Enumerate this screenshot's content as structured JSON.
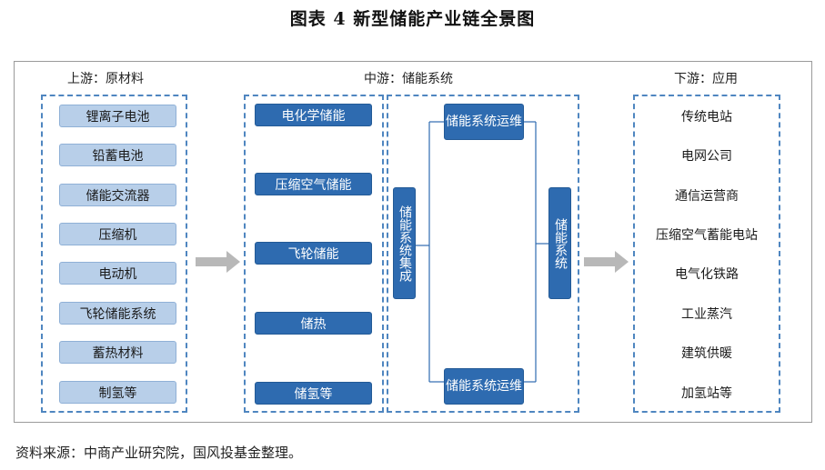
{
  "title": "图表 4  新型储能产业链全景图",
  "columns": {
    "upstream": {
      "header": "上游：原材料",
      "items": [
        "锂离子电池",
        "铅蓄电池",
        "储能交流器",
        "压缩机",
        "电动机",
        "飞轮储能系统",
        "蓄热材料",
        "制氢等"
      ]
    },
    "midstream": {
      "header": "中游：储能系统",
      "items": [
        "电化学储能",
        "压缩空气储能",
        "飞轮储能",
        "储热",
        "储氢等"
      ],
      "integration": "储能系统集成",
      "ops_top": "储能系统运维",
      "ops_bottom": "储能系统运维",
      "system": "储能系统"
    },
    "downstream": {
      "header": "下游：应用",
      "items": [
        "传统电站",
        "电网公司",
        "通信运营商",
        "压缩空气蓄能电站",
        "电气化铁路",
        "工业蒸汽",
        "建筑供暖",
        "加氢站等"
      ]
    }
  },
  "source": "资料来源：中商产业研究院，国风投基金整理。",
  "colors": {
    "primary_box": "#2e6bb0",
    "light_box": "#b8cfe9",
    "dashed_border": "#4f86c0",
    "arrow": "#b8b8b8"
  }
}
